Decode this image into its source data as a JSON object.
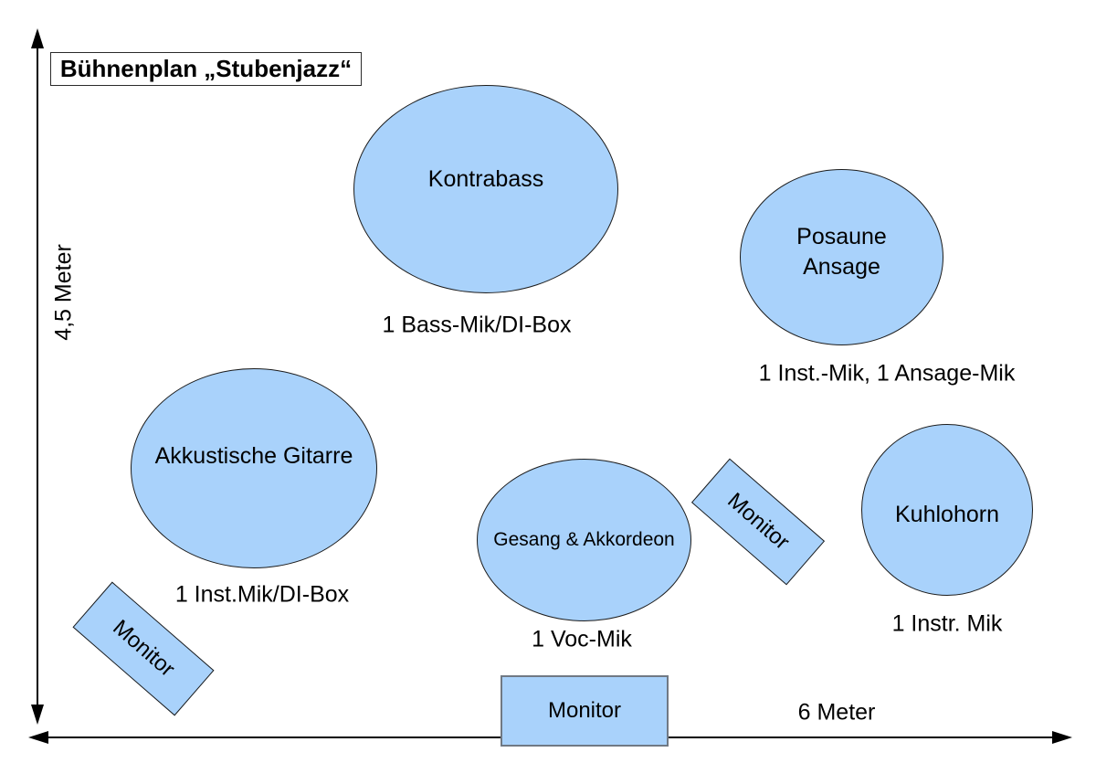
{
  "title": "Bühnenplan „Stubenjazz“",
  "axes": {
    "vertical_label": "4,5 Meter",
    "horizontal_label": "6 Meter"
  },
  "stations": [
    {
      "id": "kontrabass",
      "shape": "ellipse",
      "label": "Kontrabass",
      "mic_label": "1 Bass-Mik/DI-Box"
    },
    {
      "id": "posaune-ansage",
      "shape": "ellipse",
      "label": "Posaune\nAnsage",
      "mic_label": "1 Inst.-Mik, 1 Ansage-Mik"
    },
    {
      "id": "akkustische-gitarre",
      "shape": "ellipse",
      "label": "Akkustische Gitarre",
      "mic_label": "1 Inst.Mik/DI-Box"
    },
    {
      "id": "gesang-akkordeon",
      "shape": "ellipse",
      "label": "Gesang & Akkordeon",
      "mic_label": "1 Voc-Mik"
    },
    {
      "id": "kuhlohorn",
      "shape": "circle",
      "label": "Kuhlohorn",
      "mic_label": "1 Instr. Mik"
    }
  ],
  "monitors": [
    {
      "id": "monitor-stage-right",
      "label": "Monitor",
      "rotation_deg": 41
    },
    {
      "id": "monitor-stage-left",
      "label": "Monitor",
      "rotation_deg": 41
    },
    {
      "id": "monitor-front-center",
      "label": "Monitor",
      "rotation_deg": 0
    }
  ],
  "colors": {
    "shape-fill": "#A9D2FB",
    "shape-border": "#1c1c1c",
    "monitor-front-border": "#707984",
    "axis-color": "#000000",
    "text-color": "#000000"
  }
}
